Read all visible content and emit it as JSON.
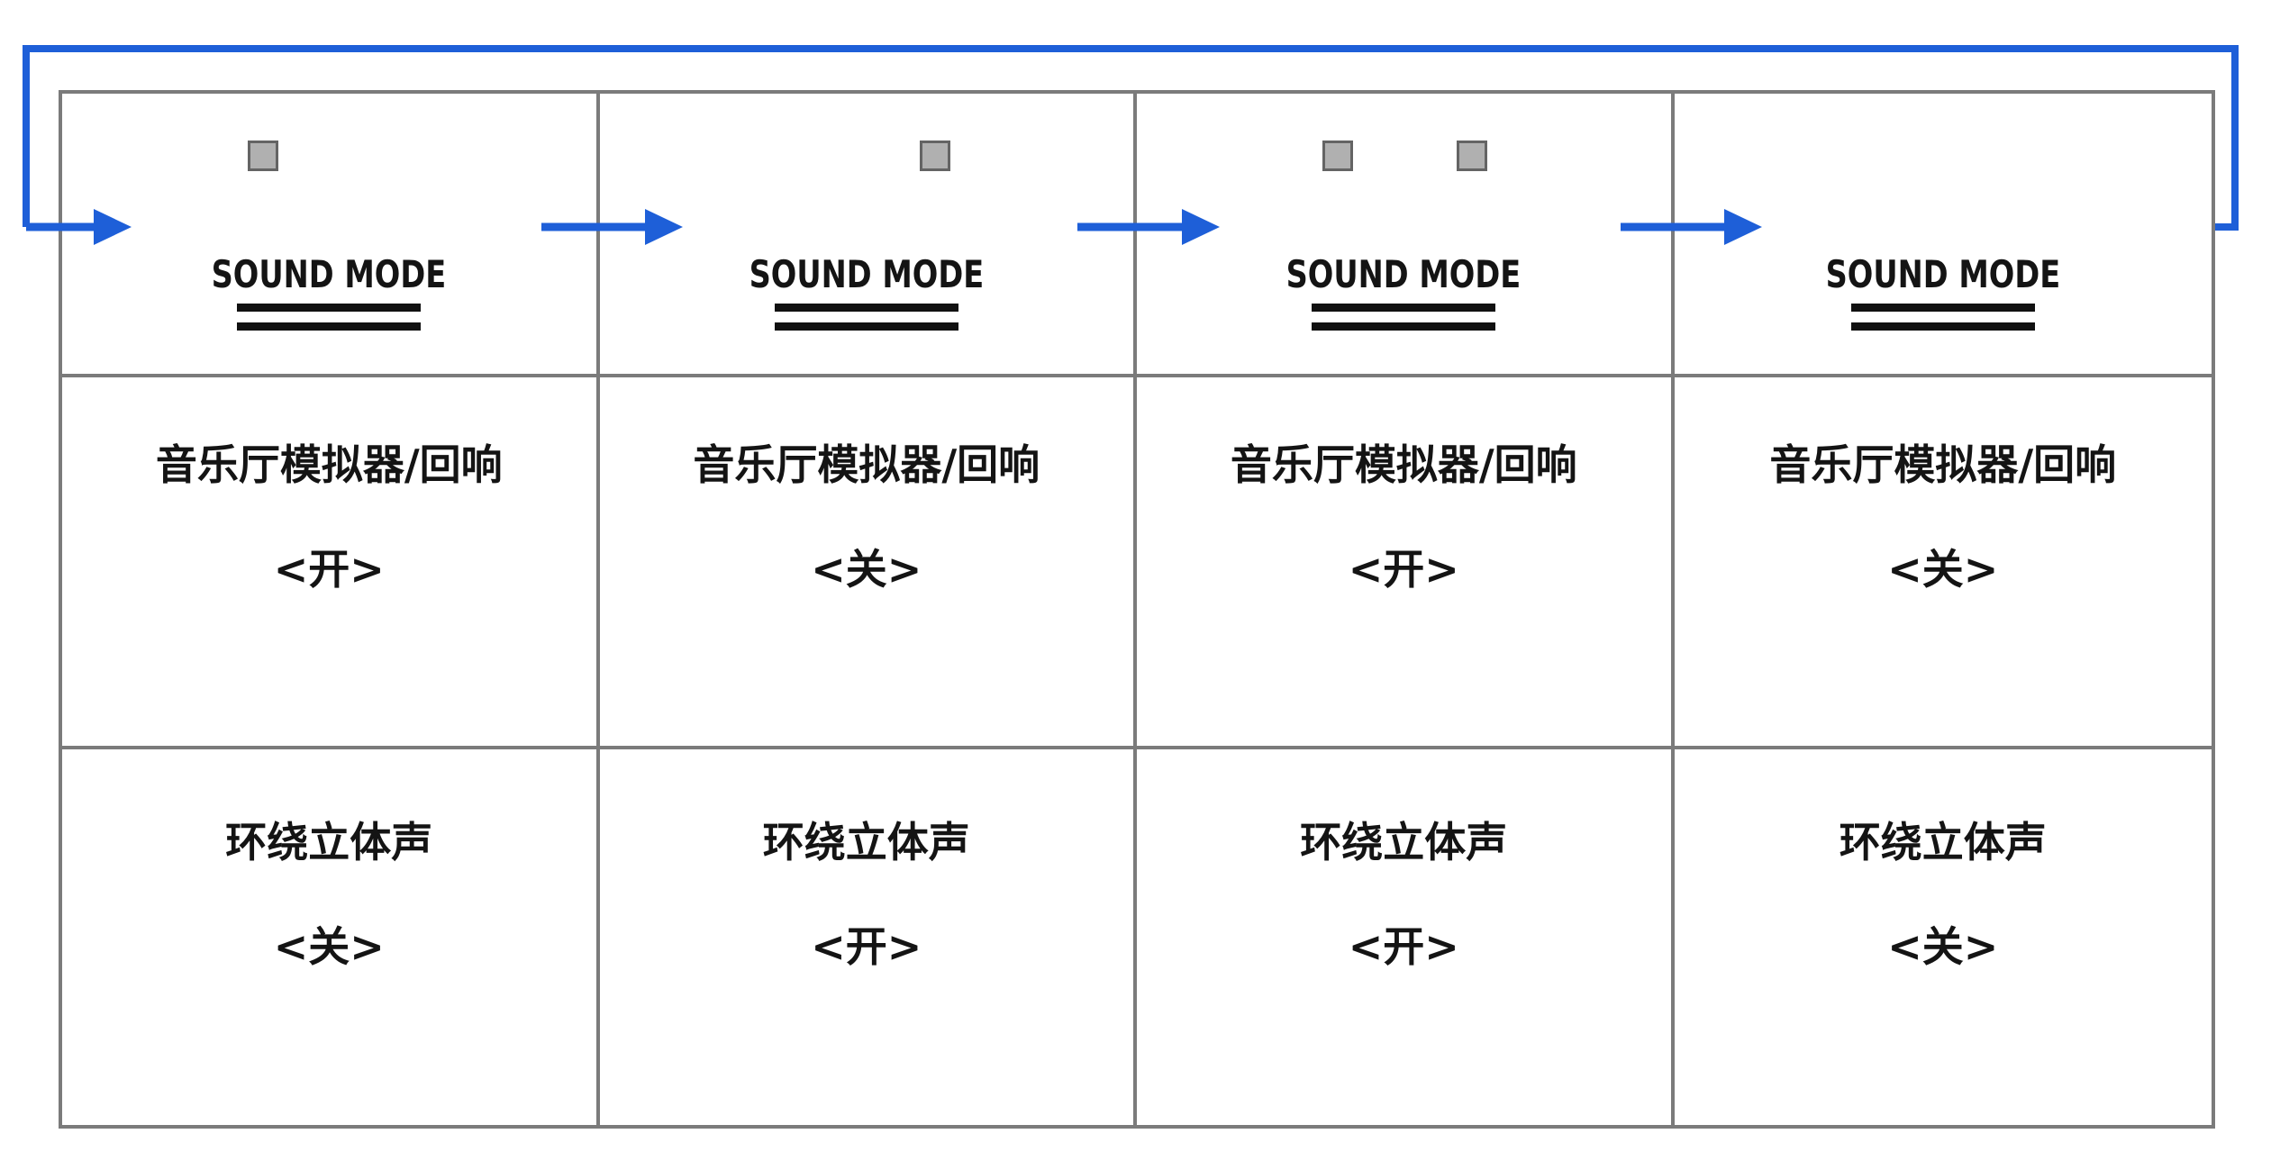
{
  "colors": {
    "accent_blue": "#1E5FD8",
    "border_gray": "#7B7B7B",
    "indicator_fill": "#B0B0B0",
    "indicator_border": "#646464",
    "text_black": "#141414",
    "background": "#FFFFFF"
  },
  "diagram": {
    "type": "sound-mode-cycle",
    "cycle_arrows": 4,
    "loops_back_to_start": true
  },
  "states": [
    {
      "button_label": "SOUND MODE",
      "indicators": {
        "hall_led_on": true,
        "surround_led_on": false
      },
      "hall": {
        "label": "音乐厅模拟器/回响",
        "value": "<开>"
      },
      "surround": {
        "label": "环绕立体声",
        "value": "<关>"
      }
    },
    {
      "button_label": "SOUND MODE",
      "indicators": {
        "hall_led_on": false,
        "surround_led_on": true
      },
      "hall": {
        "label": "音乐厅模拟器/回响",
        "value": "<关>"
      },
      "surround": {
        "label": "环绕立体声",
        "value": "<开>"
      }
    },
    {
      "button_label": "SOUND MODE",
      "indicators": {
        "hall_led_on": true,
        "surround_led_on": true
      },
      "hall": {
        "label": "音乐厅模拟器/回响",
        "value": "<开>"
      },
      "surround": {
        "label": "环绕立体声",
        "value": "<开>"
      }
    },
    {
      "button_label": "SOUND MODE",
      "indicators": {
        "hall_led_on": false,
        "surround_led_on": false
      },
      "hall": {
        "label": "音乐厅模拟器/回响",
        "value": "<关>"
      },
      "surround": {
        "label": "环绕立体声",
        "value": "<关>"
      }
    }
  ]
}
